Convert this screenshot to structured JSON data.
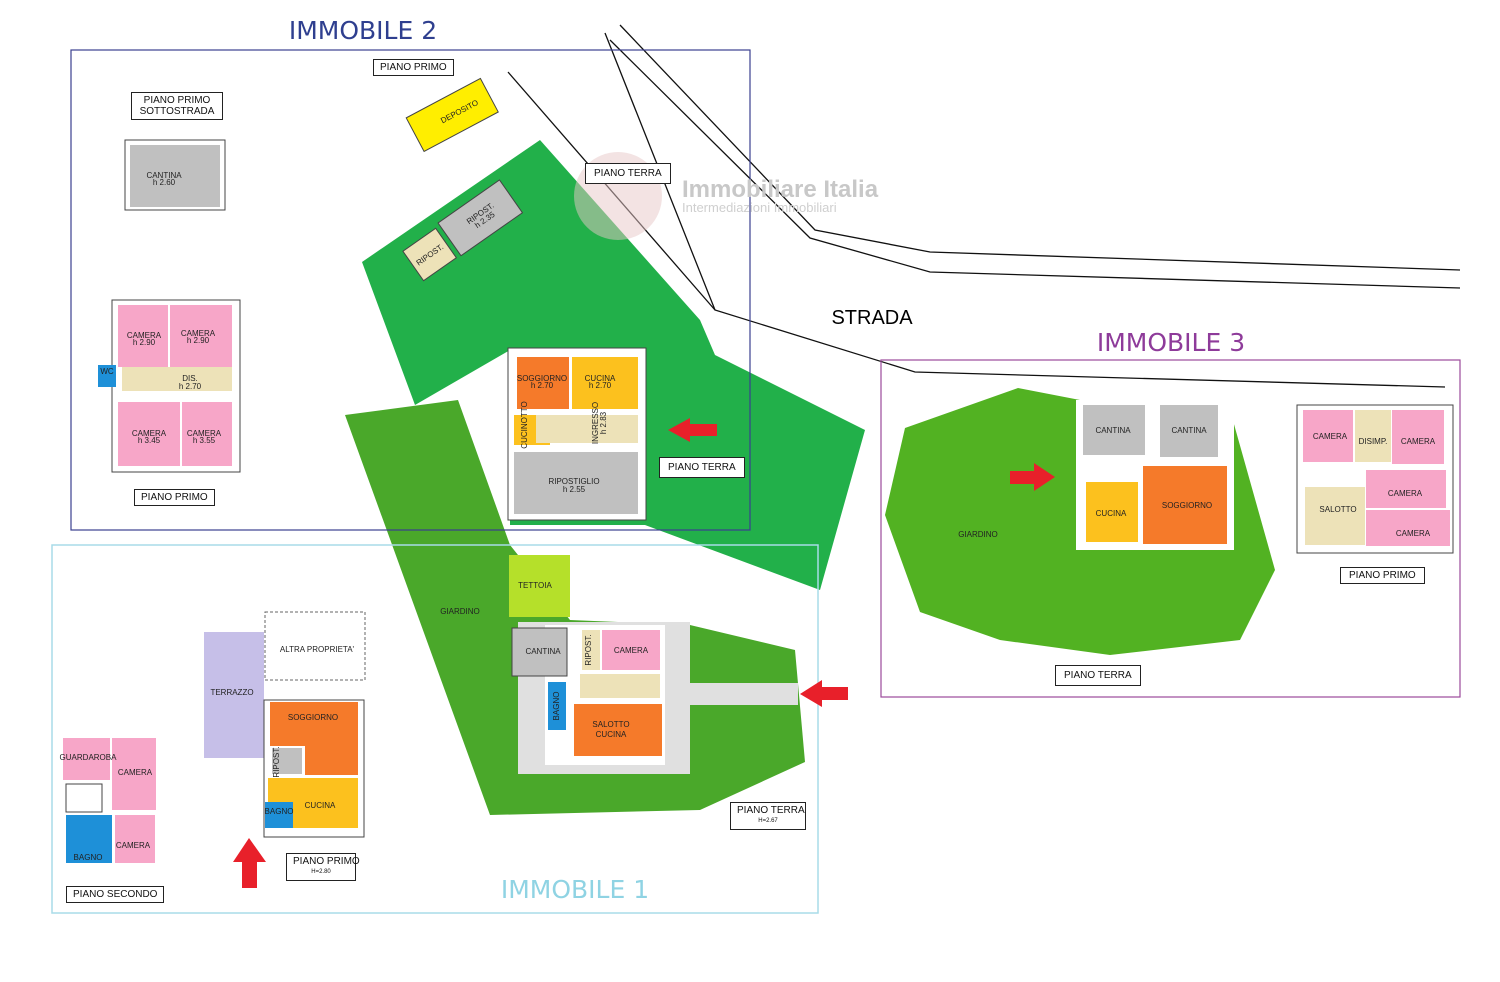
{
  "titles": {
    "immobile1": "IMMOBILE 1",
    "immobile2": "IMMOBILE 2",
    "immobile3": "IMMOBILE 3",
    "strada": "STRADA"
  },
  "colors": {
    "immobile1": "#8fd3e3",
    "immobile2": "#2f3f8f",
    "immobile3": "#8e3b9a",
    "green": "#22b04a",
    "green3": "#52b222"
  },
  "watermark": {
    "brand": "Immobiliare Italia",
    "tagline": "Intermediazioni Immobiliari"
  },
  "labels": {
    "i2_piano_primo_sottostrada": "PIANO PRIMO SOTTOSTRADA",
    "i2_piano_primo_top": "PIANO PRIMO",
    "i2_piano_terra_top": "PIANO TERRA",
    "i2_piano_primo": "PIANO PRIMO",
    "i2_piano_terra": "PIANO TERRA",
    "i1_piano_secondo": "PIANO SECONDO",
    "i1_piano_primo": "PIANO PRIMO",
    "i1_piano_primo_h": "H=2.80",
    "i1_piano_terra": "PIANO TERRA",
    "i1_piano_terra_h": "H=2.67",
    "i3_piano_terra": "PIANO TERRA",
    "i3_piano_primo": "PIANO PRIMO"
  },
  "rooms": {
    "cantina_sottostrada": [
      "CANTINA",
      "h 2.60"
    ],
    "deposito": "DEPOSITO",
    "ripost1": [
      "RIPOST.",
      "h 2.35"
    ],
    "ripost2": "RIPOST.",
    "i2pp": {
      "camera1": [
        "CAMERA",
        "h 2.90"
      ],
      "camera2": [
        "CAMERA",
        "h 2.90"
      ],
      "wc": "WC",
      "dis": [
        "DIS.",
        "h 2.70"
      ],
      "camera3": [
        "CAMERA",
        "h 3.45"
      ],
      "camera4": [
        "CAMERA",
        "h 3.55"
      ]
    },
    "i2pt": {
      "soggiorno": [
        "SOGGIORNO",
        "h 2.70"
      ],
      "cucina": [
        "CUCINA",
        "h 2.70"
      ],
      "cucinotto": "CUCINOTTO",
      "ingresso": [
        "INGRESSO",
        "h 2.83"
      ],
      "ripostiglio": [
        "RIPOSTIGLIO",
        "h 2.55"
      ]
    },
    "giardino1": "GIARDINO",
    "tettoia": "TETTOIA",
    "i1pt": {
      "cantina": "CANTINA",
      "ripost": "RIPOST.",
      "camera": "CAMERA",
      "bagno": "BAGNO",
      "salotto": [
        "SALOTTO",
        "CUCINA"
      ]
    },
    "i1pp": {
      "altra": "ALTRA PROPRIETA'",
      "terrazzo": "TERRAZZO",
      "soggiorno": "SOGGIORNO",
      "ripost": "RIPOST.",
      "bagno": "BAGNO",
      "cucina": "CUCINA"
    },
    "i1ps": {
      "guardaroba": "GUARDAROBA",
      "camera1": "CAMERA",
      "bagno": "BAGNO",
      "camera2": "CAMERA"
    },
    "i3pt": {
      "giardino": "GIARDINO",
      "cantina1": "CANTINA",
      "cantina2": "CANTINA",
      "cucina": "CUCINA",
      "soggiorno": "SOGGIORNO"
    },
    "i3pp": {
      "camera1": "CAMERA",
      "disimp": "DISIMP.",
      "camera2": "CAMERA",
      "camera3": "CAMERA",
      "salotto": "SALOTTO",
      "camera4": "CAMERA"
    }
  }
}
